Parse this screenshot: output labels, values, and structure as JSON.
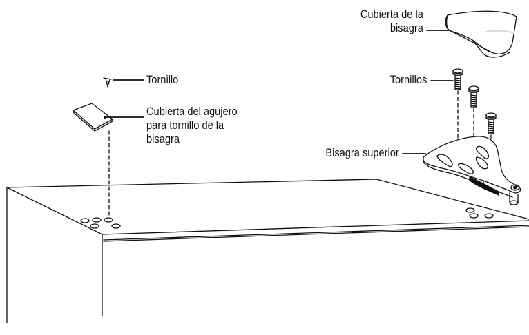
{
  "labels": {
    "hinge_cover": [
      "Cubierta de la",
      "bisagra"
    ],
    "screws": "Tornillos",
    "screw": "Tornillo",
    "hole_cover": [
      "Cubierta del agujero",
      "para tornillo de la",
      "bisagra"
    ],
    "top_hinge": "Bisagra superior"
  },
  "colors": {
    "line": "#111111",
    "fill": "#ffffff",
    "shade": "#d8d8d8"
  },
  "icons": [
    "screw-icon",
    "hole-cover-icon",
    "hinge-cover-icon",
    "hinge-icon",
    "cabinet-top"
  ]
}
